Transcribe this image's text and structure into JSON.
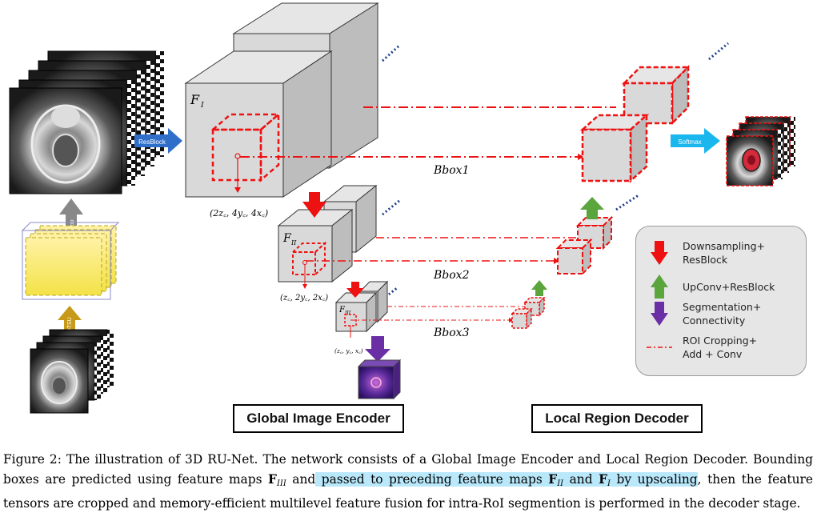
{
  "figure": {
    "labels": {
      "F1": "F",
      "F1_sub": "I",
      "F2": "F",
      "F2_sub": "II",
      "F3": "F",
      "F3_sub": "III",
      "coord1": "(2z꜀, 4y꜀, 4x꜀)",
      "coord2": "(z꜀, 2y꜀, 2x꜀)",
      "coord3": "(z꜀, y꜀, x꜀)",
      "bbox1": "Bbox1",
      "bbox2": "Bbox2",
      "bbox3": "Bbox3",
      "resblock": "ResBlock",
      "softmax": "Softmax",
      "crop": "Crop",
      "otsu": "OTSU"
    },
    "encoder_label": "Global Image Encoder",
    "decoder_label": "Local Region Decoder",
    "legend": [
      {
        "icon": "red-down-arrow-icon",
        "color": "#ee1111",
        "text": "Downsampling+ ResBlock"
      },
      {
        "icon": "green-up-arrow-icon",
        "color": "#5aa53c",
        "text": "UpConv+ResBlock"
      },
      {
        "icon": "purple-down-arrow-icon",
        "color": "#6a2fa5",
        "text": "Segmentation+ Connectivity"
      },
      {
        "icon": "dash-dot-line-icon",
        "color": "#ee1111",
        "text": "ROI Cropping+ Add + Conv"
      }
    ],
    "colors": {
      "red_dashed": "#ee1111",
      "cube_face": "#d9d9d9",
      "cube_side": "#bdbdbd",
      "arrow_blue": "#2f6ec9",
      "arrow_cyan": "#1ab6ee",
      "dots_blue": "#1f3f8a"
    }
  },
  "caption": {
    "part1": "Figure 2: The illustration of 3D RU-Net. The network consists of a Global Image Encoder and Local Region Decoder. Bounding boxes are predicted using feature maps ",
    "F3": "F",
    "F3_sub": "III",
    "and": " and",
    "highlight1": " passed to preceding feature maps ",
    "F2": "F",
    "F2_sub": "II",
    "and2": " and",
    "F1": "F",
    "F1_sub": "I",
    "highlight2": " by upscaling",
    "part2": ", then the feature tensors are cropped and memory-efficient multilevel feature fusion for intra-RoI segmention is performed in the decoder stage."
  }
}
